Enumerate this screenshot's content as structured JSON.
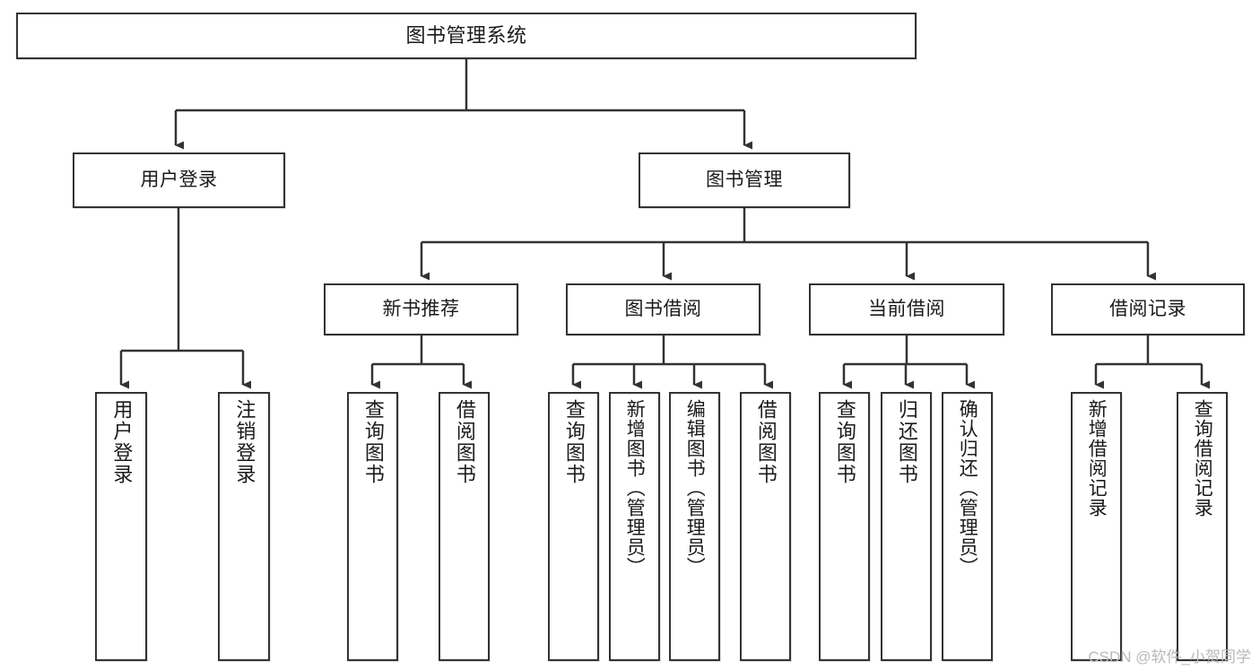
{
  "diagram": {
    "title": "图书管理系统",
    "type": "tree",
    "watermark": "CSDN @软件_小贺同学",
    "colors": {
      "box_border": "#333333",
      "box_fill": "#ffffff",
      "edge": "#333333",
      "text": "#1a1a1a",
      "watermark": "#b9b9b9"
    },
    "nodes": {
      "root": {
        "label": "图书管理系统"
      },
      "level2": [
        {
          "label": "用户登录"
        },
        {
          "label": "图书管理"
        }
      ],
      "level3": [
        {
          "label": "新书推荐"
        },
        {
          "label": "图书借阅"
        },
        {
          "label": "当前借阅"
        },
        {
          "label": "借阅记录"
        }
      ],
      "leaves": {
        "user_login": [
          {
            "label": "用户登录"
          },
          {
            "label": "注销登录"
          }
        ],
        "new_book_recommend": [
          {
            "label": "查询图书"
          },
          {
            "label": "借阅图书"
          }
        ],
        "book_borrow": [
          {
            "label": "查询图书"
          },
          {
            "label": "新增图书（管理员）"
          },
          {
            "label": "编辑图书（管理员）"
          },
          {
            "label": "借阅图书"
          }
        ],
        "current_borrow": [
          {
            "label": "查询图书"
          },
          {
            "label": "归还图书"
          },
          {
            "label": "确认归还（管理员）"
          }
        ],
        "borrow_record": [
          {
            "label": "新增借阅记录"
          },
          {
            "label": "查询借阅记录"
          }
        ]
      }
    }
  }
}
